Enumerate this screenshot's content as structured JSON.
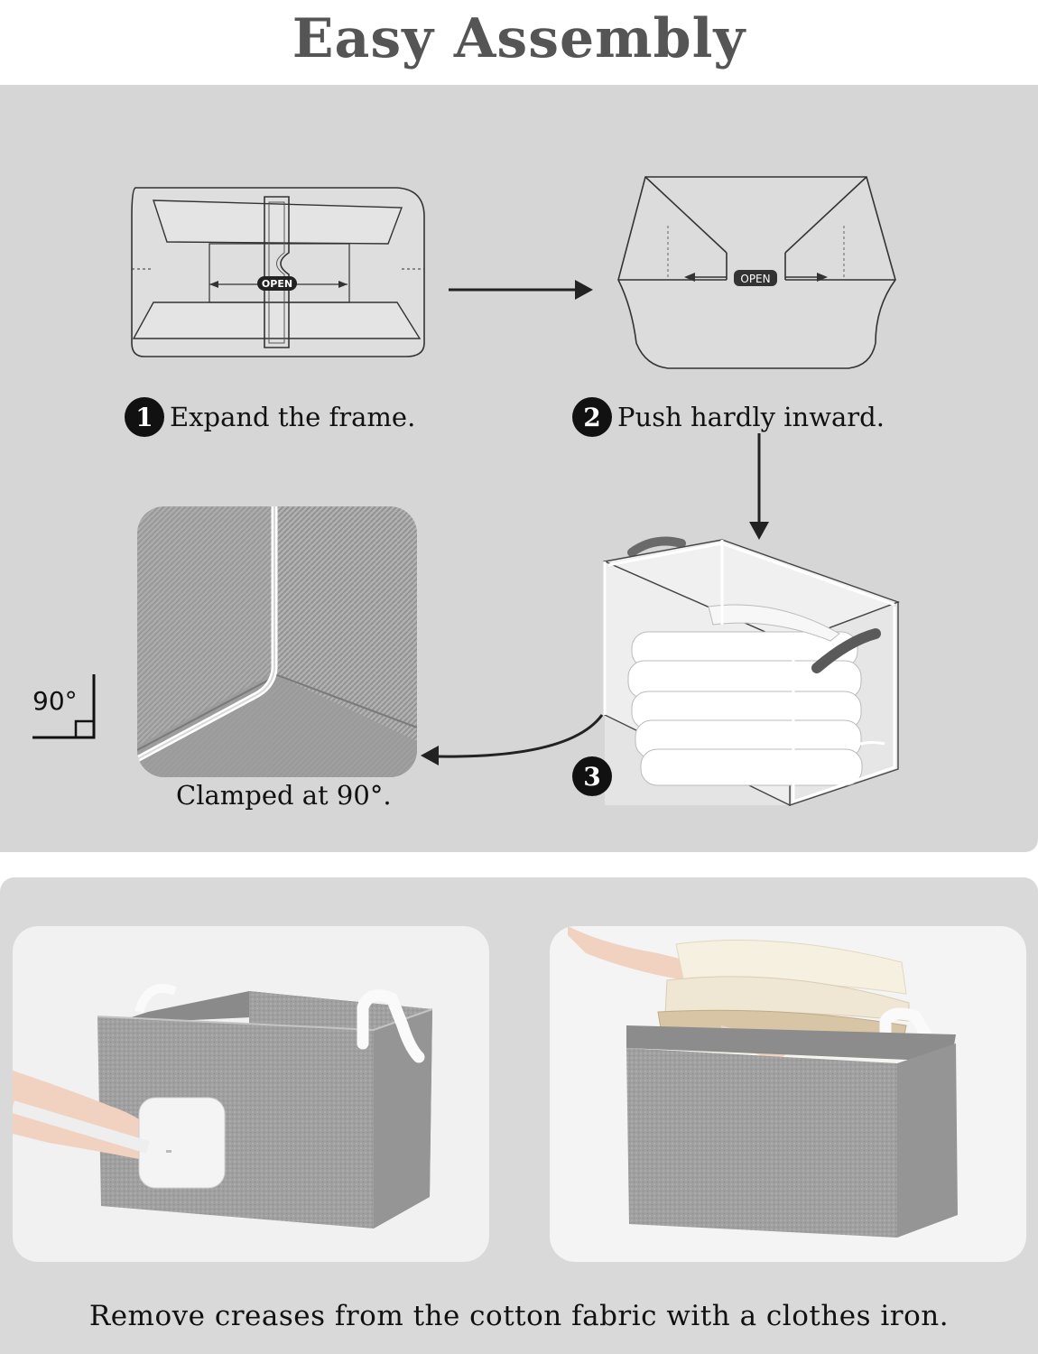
{
  "header": {
    "title": "Easy Assembly"
  },
  "steps": [
    {
      "number": "1",
      "label": "Expand the frame."
    },
    {
      "number": "2",
      "label": "Push hardly inward."
    },
    {
      "number": "3",
      "label": ""
    }
  ],
  "diagram_labels": {
    "open_tag": "OPEN",
    "open_tag_2": "OPEN"
  },
  "angle_indicator": {
    "label": "90°"
  },
  "clamp_caption": "Clamped at 90°.",
  "bottom": {
    "caption": "Remove creases from the cotton fabric with a clothes iron."
  },
  "colors": {
    "panel": "#d6d6d6",
    "title": "#555555",
    "badge": "#111111",
    "fabric": "#9a9a9a"
  },
  "icons": [
    "arrow-right-icon",
    "arrow-down-icon",
    "curved-arrow-left-icon",
    "right-angle-icon"
  ]
}
